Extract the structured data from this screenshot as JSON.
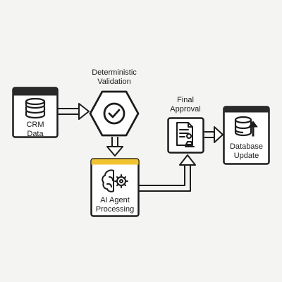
{
  "diagram": {
    "nodes": {
      "crm": {
        "line1": "CRM",
        "line2": "Data",
        "icon": "database-icon"
      },
      "validation": {
        "line1": "Deterministic",
        "line2": "Validation",
        "icon": "check-circle-icon"
      },
      "ai_agent": {
        "line1": "AI Agent",
        "line2": "Processing",
        "icon": "brain-gear-icon"
      },
      "approval": {
        "line1": "Final",
        "line2": "Approval",
        "icon": "document-stamp-icon"
      },
      "database_update": {
        "line1": "Database",
        "line2": "Update",
        "icon": "database-upload-icon"
      }
    },
    "edges": [
      {
        "from": "CRM Data",
        "to": "Deterministic Validation"
      },
      {
        "from": "Deterministic Validation",
        "to": "AI Agent Processing"
      },
      {
        "from": "AI Agent Processing",
        "to": "Final Approval"
      },
      {
        "from": "Final Approval",
        "to": "Database Update"
      }
    ],
    "colors": {
      "stroke": "#1c1c1c",
      "header_dark": "#2a2a2a",
      "header_accent": "#f1c232",
      "node_fill": "#ffffff",
      "background": "#f4f4f3"
    }
  }
}
